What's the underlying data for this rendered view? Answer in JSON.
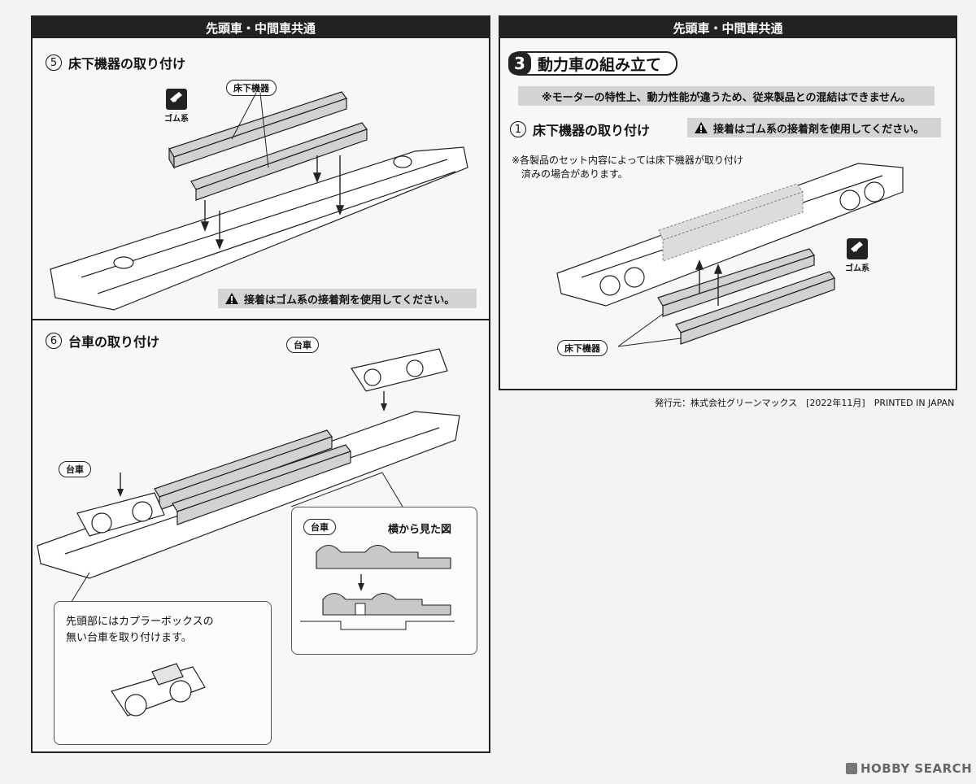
{
  "left_panel": {
    "header": "先頭車・中間車共通",
    "step5": {
      "number": "5",
      "title": "床下機器の取り付け",
      "label_underfloor": "床下機器",
      "glue_label": "ゴム系",
      "warning": "接着はゴム系の接着剤を使用してください。"
    },
    "step6": {
      "number": "6",
      "title": "台車の取り付け",
      "label_bogie_top": "台車",
      "label_bogie_left": "台車",
      "inset_label_bogie": "台車",
      "inset_side_view": "横から見た図",
      "note_line1": "先頭部にはカプラーボックスの",
      "note_line2": "無い台車を取り付けます。"
    }
  },
  "right_panel": {
    "header": "先頭車・中間車共通",
    "section_number": "3",
    "section_title": "動力車の組み立て",
    "notice": "※モーターの特性上、動力性能が違うため、従来製品との混結はできません。",
    "step1": {
      "number": "1",
      "title": "床下機器の取り付け",
      "warning": "接着はゴム系の接着剤を使用してください。",
      "note_line1": "※各製品のセット内容によっては床下機器が取り付け",
      "note_line2": "済みの場合があります。",
      "glue_label": "ゴム系",
      "label_underfloor": "床下機器"
    }
  },
  "footer": "発行元：株式会社グリーンマックス　[2022年11月]　PRINTED IN JAPAN",
  "watermark": "HOBBY SEARCH",
  "icons": {
    "warning": "warning-triangle-icon",
    "glue": "rubber-glue-icon"
  }
}
